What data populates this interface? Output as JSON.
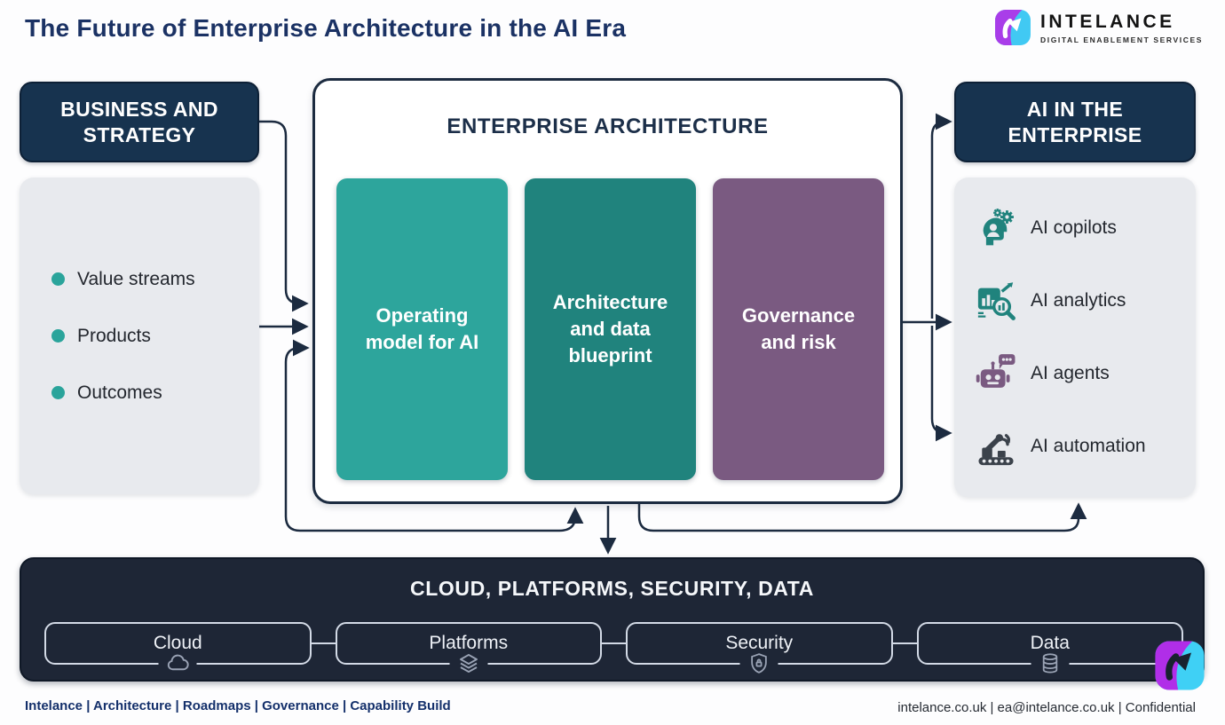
{
  "header": {
    "title": "The Future of Enterprise Architecture in the AI Era",
    "brand": {
      "name": "INTELANCE",
      "tagline": "DIGITAL ENABLEMENT SERVICES"
    }
  },
  "business_strategy": {
    "title": "BUSINESS AND STRATEGY",
    "items": [
      "Value streams",
      "Products",
      "Outcomes"
    ]
  },
  "enterprise_architecture": {
    "title": "ENTERPRISE ARCHITECTURE",
    "pillars": [
      {
        "label": "Operating model for AI",
        "color": "#2da59c"
      },
      {
        "label": "Architecture and data blueprint",
        "color": "#20837d"
      },
      {
        "label": "Governance and risk",
        "color": "#7a5a81"
      }
    ]
  },
  "ai_enterprise": {
    "title": "AI IN THE ENTERPRISE",
    "items": [
      {
        "label": "AI copilots",
        "icon": "head-gears-icon"
      },
      {
        "label": "AI analytics",
        "icon": "chart-magnifier-icon"
      },
      {
        "label": "AI agents",
        "icon": "robot-chat-icon"
      },
      {
        "label": "AI automation",
        "icon": "robotic-arm-icon"
      }
    ]
  },
  "foundation": {
    "title": "CLOUD, PLATFORMS, SECURITY, DATA",
    "items": [
      {
        "label": "Cloud",
        "icon": "cloud-icon"
      },
      {
        "label": "Platforms",
        "icon": "layers-icon"
      },
      {
        "label": "Security",
        "icon": "shield-lock-icon"
      },
      {
        "label": "Data",
        "icon": "database-icon"
      }
    ]
  },
  "footer": {
    "left": "Intelance | Architecture | Roadmaps | Governance | Capability Build",
    "right": "intelance.co.uk | ea@intelance.co.uk | Confidential"
  },
  "colors": {
    "title_navy": "#1b3264",
    "header_navy": "#17334f",
    "bar_dark": "#1e2636",
    "panel_gray": "#e8eaee",
    "teal_light": "#2da59c",
    "teal_dark": "#20837d",
    "purple": "#7a5a81",
    "arrow": "#1c2b40",
    "bullet_teal": "#2aa49b",
    "brand_purple": "#a93de9",
    "brand_cyan": "#41c9f3"
  }
}
